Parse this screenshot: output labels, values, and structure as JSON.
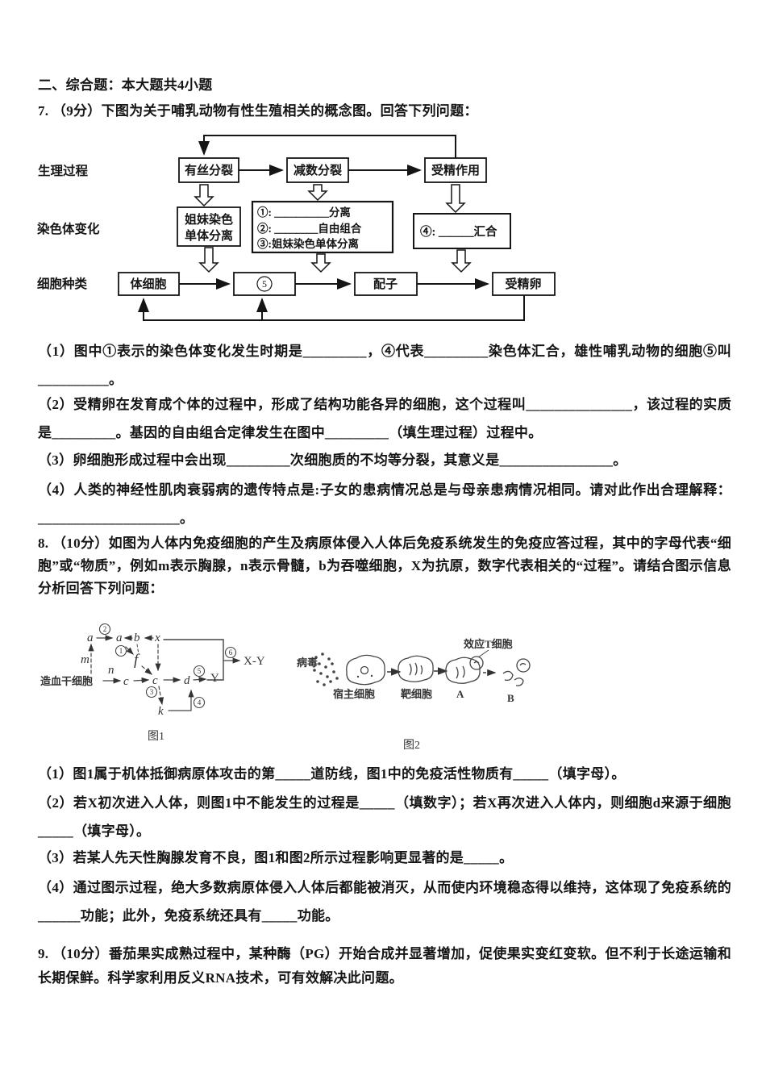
{
  "document": {
    "section_header": "二、综合题：本大题共4小题",
    "q7": {
      "intro": "7. （9分）下图为关于哺乳动物有性生殖相关的概念图。回答下列问题：",
      "diagram": {
        "row_labels": {
          "r1": "生理过程",
          "r2": "染色体变化",
          "r3": "细胞种类"
        },
        "mitosis": "有丝分裂",
        "meiosis": "减数分裂",
        "fertilization": "受精作用",
        "sister_line1": "姐妹染色",
        "sister_line2": "单体分离",
        "mid_line1": "①: ＿＿＿＿＿分离",
        "mid_line2": "②: ＿＿＿＿自由组合",
        "mid_line3": "③:姐妹染色单体分离",
        "merge_label": "④: ＿＿＿汇合",
        "somatic": "体细胞",
        "cell5_digit": "5",
        "gamete": "配子",
        "zygote": "受精卵"
      },
      "items": [
        "（1）图中①表示的染色体变化发生时期是_________，④代表_________染色体汇合，雄性哺乳动物的细胞⑤叫__________。",
        "（2）受精卵在发育成个体的过程中，形成了结构功能各异的细胞，这个过程叫_______________，该过程的实质是_________。基因的自由组合定律发生在图中_________（填生理过程）过程中。",
        "（3）卵细胞形成过程中会出现_________次细胞质的不均等分裂，其意义是________________。",
        "（4）人类的神经性肌肉衰弱病的遗传特点是:子女的患病情况总是与母亲患病情况相同。请对此作出合理解释：____________________。"
      ]
    },
    "q8": {
      "intro": "8. （10分）如图为人体内免疫细胞的产生及病原体侵入人体后免疫系统发生的免疫应答过程，其中的字母代表“细胞”或“物质”，例如m表示胸腺，n表示骨髓，b为吞噬细胞，X为抗原，数字代表相关的“过程”。请结合图示信息分析回答下列问题：",
      "fig1": {
        "stem": "造血干细胞",
        "m": "m",
        "n": "n",
        "a1": "a",
        "a2": "a",
        "b": "b",
        "x": "x",
        "f": "f",
        "c1": "c",
        "c2": "c",
        "d": "d",
        "y": "Y",
        "k": "k",
        "xy": "X-Y",
        "p1": "1",
        "p2": "2",
        "p3": "3",
        "p4": "4",
        "p5": "5",
        "p6": "6",
        "caption": "图1"
      },
      "fig2": {
        "virus": "病毒",
        "host": "宿主细胞",
        "target": "靶细胞",
        "cell_a": "A",
        "cell_b": "B",
        "effector": "效应T细胞",
        "caption": "图2"
      },
      "items": [
        "（1）图1属于机体抵御病原体攻击的第_____道防线，图1中的免疫活性物质有_____（填字母）。",
        "（2）若X初次进入人体，则图1中不能发生的过程是_____（填数字）；若X再次进入人体内，则细胞d来源于细胞_____（填字母）。",
        "（3）若某人先天性胸腺发育不良，图1和图2所示过程影响更显著的是_____。",
        "（4）通过图示过程，绝大多数病原体侵入人体后都能被消灭，从而使内环境稳态得以维持，这体现了免疫系统的______功能；此外，免疫系统还具有_____功能。"
      ]
    },
    "q9": {
      "intro": "9. （10分）番茄果实成熟过程中，某种酶（PG）开始合成并显著增加，促使果实变红变软。但不利于长途运输和长期保鲜。科学家利用反义RNA技术，可有效解决此问题。"
    }
  }
}
